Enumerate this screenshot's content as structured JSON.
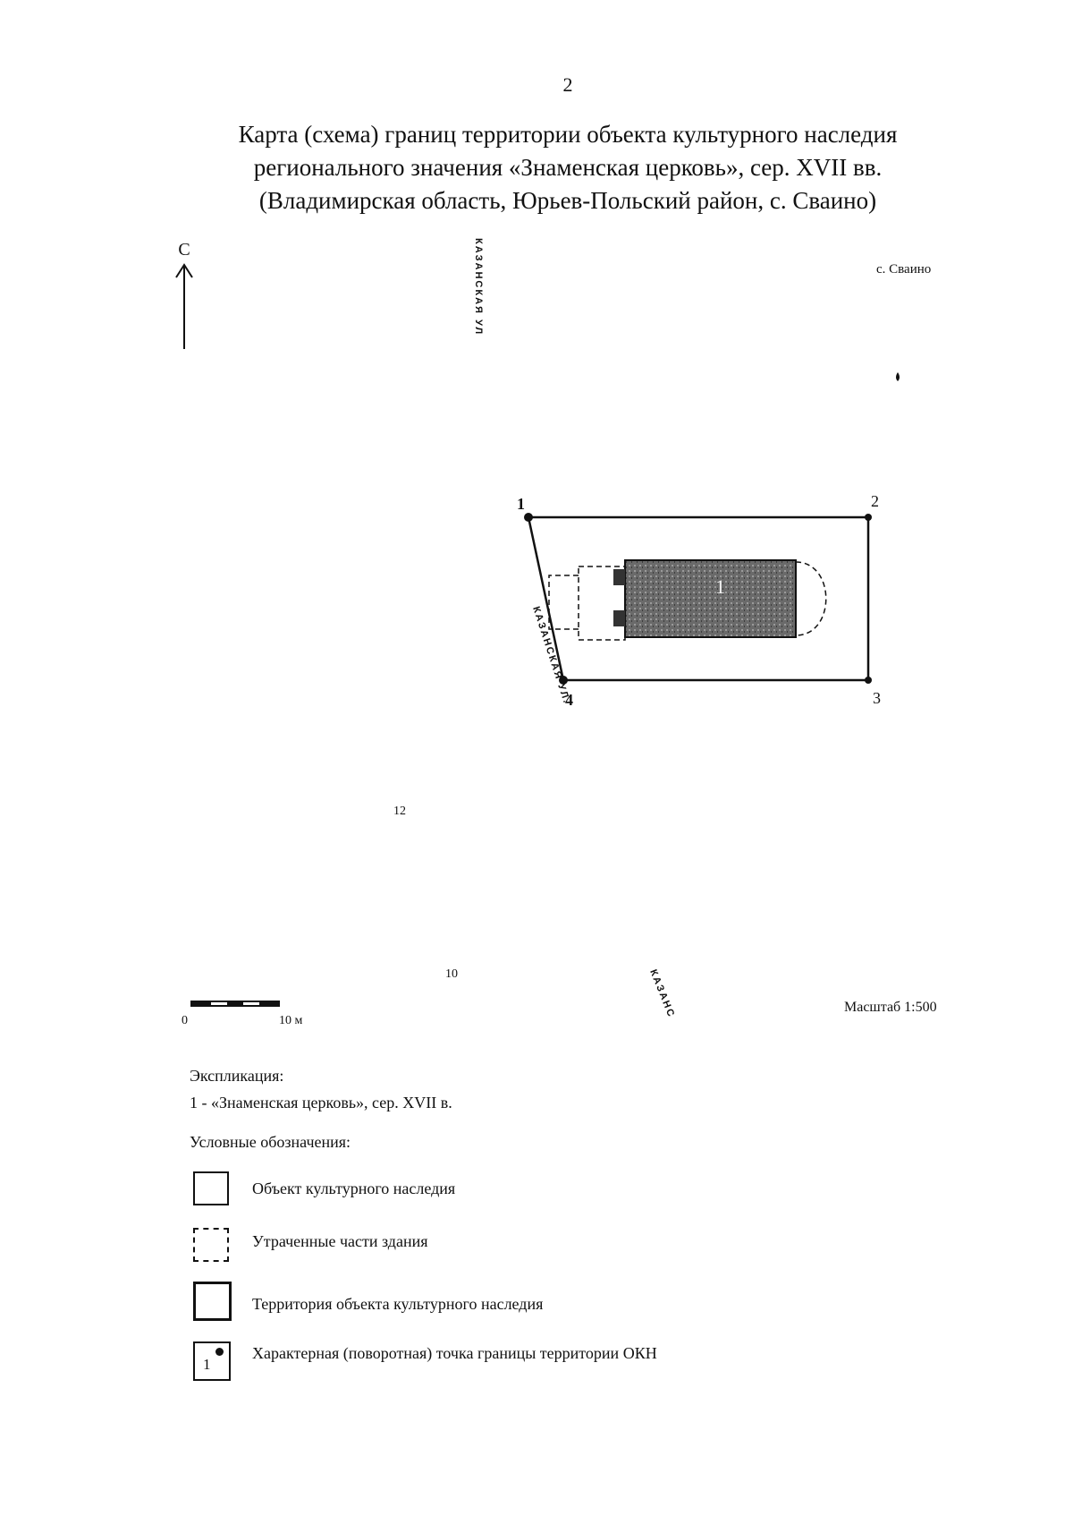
{
  "page": {
    "number": "2"
  },
  "title": {
    "line1": "Карта (схема) границ территории объекта культурного наследия",
    "line2": "регионального значения «Знаменская церковь», сер. XVII вв.",
    "line3": "(Владимирская область, Юрьев-Польский район, с. Сваино)"
  },
  "map": {
    "north_label": "С",
    "village_label": "с. Сваино",
    "street_labels": {
      "top": "КАЗАНСКАЯ УЛ",
      "middle": "КАЗАНСКАЯ УЛ.",
      "bottom": "КАЗАНС"
    },
    "boundary_points": [
      {
        "label": "1"
      },
      {
        "label": "2"
      },
      {
        "label": "3"
      },
      {
        "label": "4"
      }
    ],
    "object_number": "1",
    "house_numbers": [
      "12",
      "10"
    ],
    "scale_bar": {
      "start": "0",
      "end": "10 м"
    },
    "scale_text": "Масштаб 1:500"
  },
  "explication": {
    "title": "Экспликация:",
    "item": "1 - «Знаменская церковь», сер. XVII в."
  },
  "legend": {
    "title": "Условные обозначения:",
    "items": [
      {
        "label": "Объект культурного наследия"
      },
      {
        "label": "Утраченные части здания"
      },
      {
        "label": "Территория объекта культурного наследия"
      },
      {
        "label": "Характерная (поворотная) точка границы территории ОКН",
        "point_label": "1"
      }
    ]
  }
}
